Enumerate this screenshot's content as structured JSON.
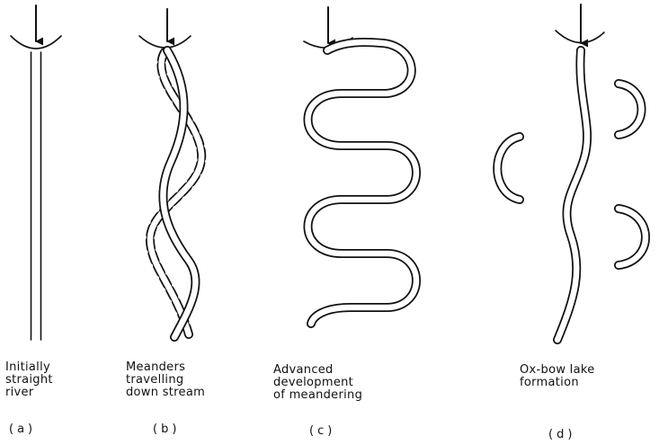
{
  "panels": [
    {
      "caption": [
        "Initially",
        "straight",
        "river"
      ],
      "tag": "(a)"
    },
    {
      "caption": [
        "Meanders",
        "travelling",
        "down stream"
      ],
      "tag": "(b)"
    },
    {
      "caption": [
        "Advanced",
        "development",
        "of meandering"
      ],
      "tag": "(c)"
    },
    {
      "caption": [
        "Ox-bow lake",
        "formation"
      ],
      "tag": "(d)"
    }
  ],
  "colors": {
    "ink": "#111111",
    "water": "#ffffff"
  }
}
